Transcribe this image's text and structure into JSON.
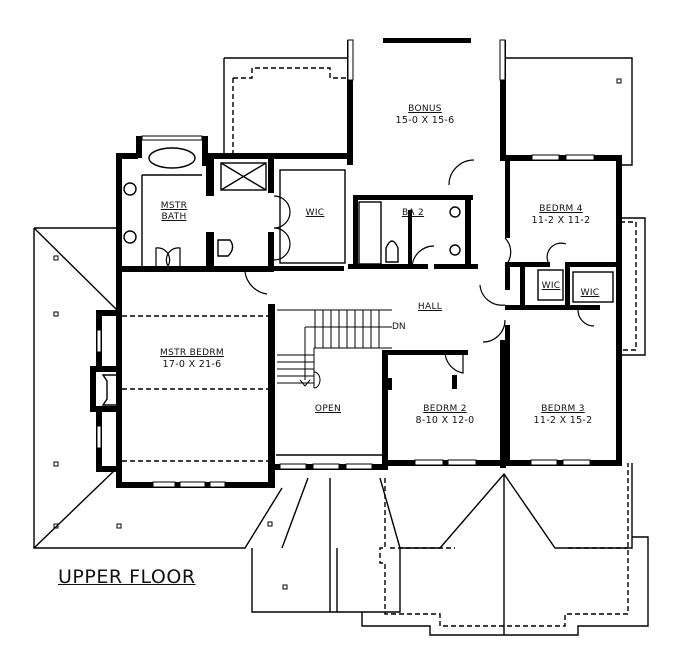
{
  "plan": {
    "title": "UPPER FLOOR",
    "stair_label": "DN",
    "rooms": [
      {
        "id": "bonus",
        "name": "BONUS",
        "dims": "15-0 X 15-6"
      },
      {
        "id": "mstr_bath",
        "name": "MSTR BATH",
        "dims": ""
      },
      {
        "id": "wic_master",
        "name": "WIC",
        "dims": ""
      },
      {
        "id": "ba2",
        "name": "BA 2",
        "dims": ""
      },
      {
        "id": "bedrm4",
        "name": "BEDRM 4",
        "dims": "11-2 X 11-2"
      },
      {
        "id": "wic_a",
        "name": "WIC",
        "dims": ""
      },
      {
        "id": "wic_b",
        "name": "WIC",
        "dims": ""
      },
      {
        "id": "hall",
        "name": "HALL",
        "dims": ""
      },
      {
        "id": "mstr_bedrm",
        "name": "MSTR BEDRM",
        "dims": "17-0 X 21-6"
      },
      {
        "id": "open",
        "name": "OPEN",
        "dims": ""
      },
      {
        "id": "bedrm2",
        "name": "BEDRM 2",
        "dims": "8-10 X 12-0"
      },
      {
        "id": "bedrm3",
        "name": "BEDRM 3",
        "dims": "11-2 X 15-2"
      }
    ],
    "colors": {
      "line": "#000000",
      "background": "#ffffff"
    }
  }
}
